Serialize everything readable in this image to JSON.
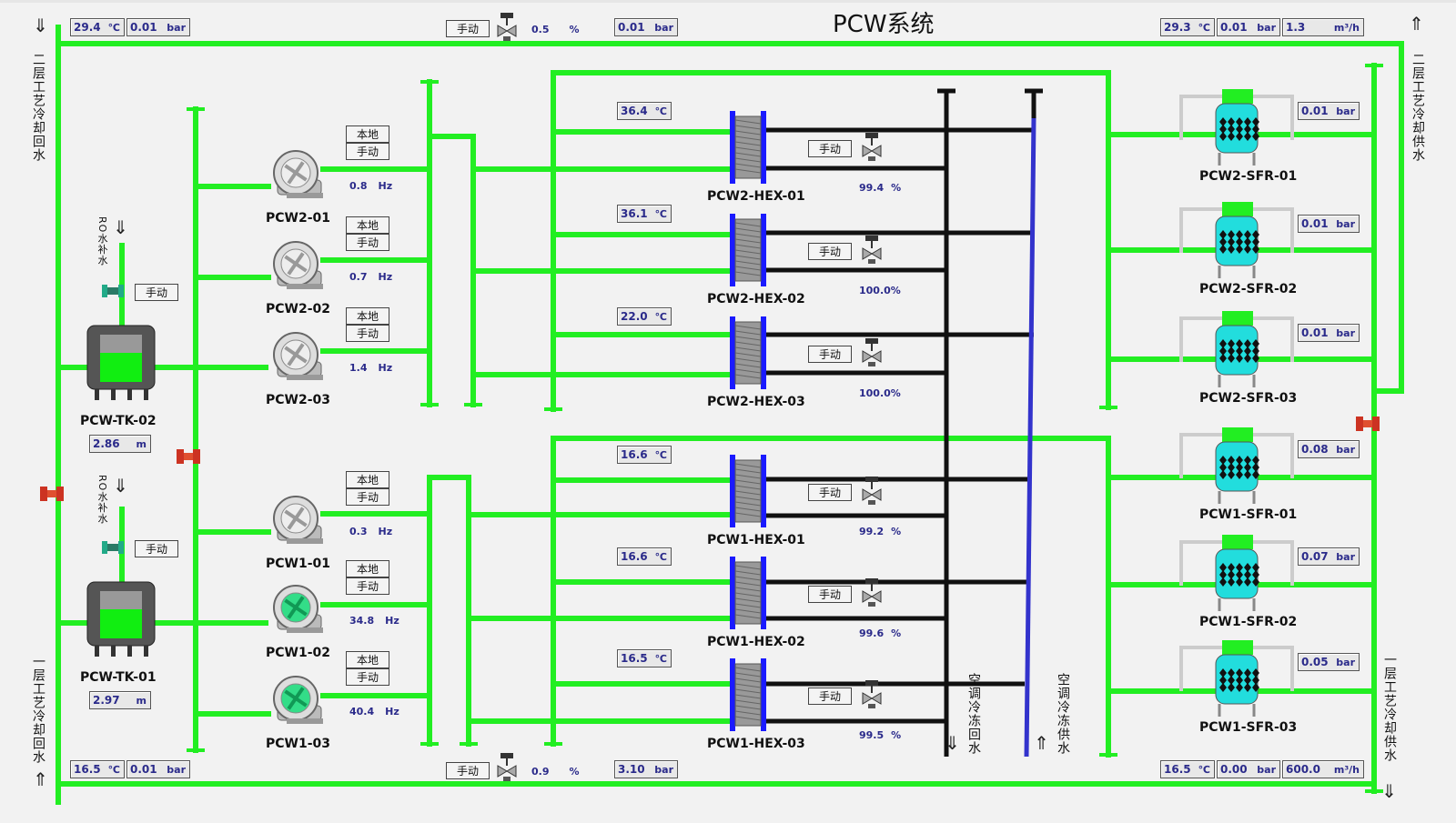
{
  "title": "PCW系统",
  "manual_label": "手动",
  "local_label": "本地",
  "ro_water": "RO水补水",
  "side_labels": {
    "left_top": "二层工艺冷却回水",
    "left_bottom": "一层工艺冷却回水",
    "right_top": "二层工艺冷却供水",
    "right_bottom": "一层工艺冷却供水",
    "chw_return": "空调冷冻回水",
    "chw_supply": "空调冷冻供水"
  },
  "readouts": {
    "top_left_temp": {
      "value": "29.4",
      "unit": "℃"
    },
    "top_left_pres": {
      "value": "0.01",
      "unit": "bar"
    },
    "top_valve_pct": {
      "value": "0.5",
      "unit": "%"
    },
    "top_mid_pres": {
      "value": "0.01",
      "unit": "bar"
    },
    "top_right_temp": {
      "value": "29.3",
      "unit": "℃"
    },
    "top_right_pres": {
      "value": "0.01",
      "unit": "bar"
    },
    "top_right_flow": {
      "value": "1.3",
      "unit": "m³/h"
    },
    "bot_left_temp": {
      "value": "16.5",
      "unit": "℃"
    },
    "bot_left_pres": {
      "value": "0.01",
      "unit": "bar"
    },
    "bot_valve_pct": {
      "value": "0.9",
      "unit": "%"
    },
    "bot_mid_pres": {
      "value": "3.10",
      "unit": "bar"
    },
    "bot_right_temp": {
      "value": "16.5",
      "unit": "℃"
    },
    "bot_right_pres": {
      "value": "0.00",
      "unit": "bar"
    },
    "bot_right_flow": {
      "value": "600.0",
      "unit": "m³/h"
    }
  },
  "tanks": [
    {
      "name": "PCW-TK-02",
      "level": "2.86",
      "unit": "m"
    },
    {
      "name": "PCW-TK-01",
      "level": "2.97",
      "unit": "m"
    }
  ],
  "pumps": [
    {
      "name": "PCW2-01",
      "freq": "0.8",
      "unit": "Hz"
    },
    {
      "name": "PCW2-02",
      "freq": "0.7",
      "unit": "Hz"
    },
    {
      "name": "PCW2-03",
      "freq": "1.4",
      "unit": "Hz"
    },
    {
      "name": "PCW1-01",
      "freq": "0.3",
      "unit": "Hz"
    },
    {
      "name": "PCW1-02",
      "freq": "34.8",
      "unit": "Hz"
    },
    {
      "name": "PCW1-03",
      "freq": "40.4",
      "unit": "Hz"
    }
  ],
  "hex": [
    {
      "name": "PCW2-HEX-01",
      "temp": "36.4",
      "unit": "℃",
      "valve": "99.4",
      "vunit": "%"
    },
    {
      "name": "PCW2-HEX-02",
      "temp": "36.1",
      "unit": "℃",
      "valve": "100.0%",
      "vunit": ""
    },
    {
      "name": "PCW2-HEX-03",
      "temp": "22.0",
      "unit": "℃",
      "valve": "100.0%",
      "vunit": ""
    },
    {
      "name": "PCW1-HEX-01",
      "temp": "16.6",
      "unit": "℃",
      "valve": "99.2",
      "vunit": "%"
    },
    {
      "name": "PCW1-HEX-02",
      "temp": "16.6",
      "unit": "℃",
      "valve": "99.6",
      "vunit": "%"
    },
    {
      "name": "PCW1-HEX-03",
      "temp": "16.5",
      "unit": "℃",
      "valve": "99.5",
      "vunit": "%"
    }
  ],
  "filters": [
    {
      "name": "PCW2-SFR-01",
      "pres": "0.01",
      "unit": "bar"
    },
    {
      "name": "PCW2-SFR-02",
      "pres": "0.01",
      "unit": "bar"
    },
    {
      "name": "PCW2-SFR-03",
      "pres": "0.01",
      "unit": "bar"
    },
    {
      "name": "PCW1-SFR-01",
      "pres": "0.08",
      "unit": "bar"
    },
    {
      "name": "PCW1-SFR-02",
      "pres": "0.07",
      "unit": "bar"
    },
    {
      "name": "PCW1-SFR-03",
      "pres": "0.05",
      "unit": "bar"
    }
  ],
  "colors": {
    "pipe": "#22ee22",
    "chw_return": "#111111",
    "chw_supply": "#3333cc",
    "hex_plate": "#1a1aff",
    "filter": "#22dddd",
    "valve": "#cc3322",
    "makeup_valve": "#22aa88"
  }
}
